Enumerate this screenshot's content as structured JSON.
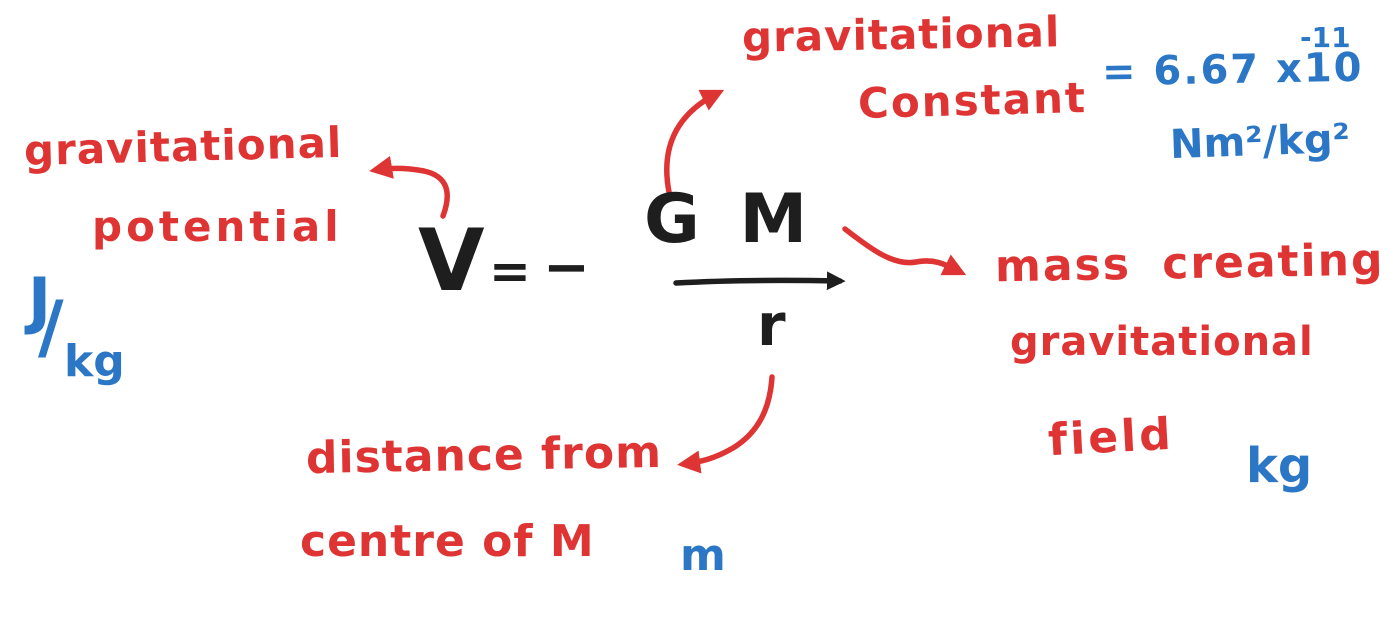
{
  "colors": {
    "annotation_red": "#df3434",
    "unit_blue": "#2b77c5",
    "equation_ink": "#1e1e1e",
    "background": "#ffffff"
  },
  "equation": {
    "variable": "V",
    "equals": "=",
    "minus": "−",
    "numerator": "G M",
    "denominator": "r"
  },
  "potential_label": {
    "line1": "gravitational",
    "line2": "potential",
    "unit_numerator": "J",
    "unit_slash": "/",
    "unit_denominator": "kg"
  },
  "constant_label": {
    "line1": "gravitational",
    "line2": "Constant",
    "value": "= 6.67 x10",
    "exponent": "-11",
    "units": "Nm²/kg²"
  },
  "mass_label": {
    "line1": "mass creating",
    "line2": "gravitational",
    "line3": "field",
    "unit": "kg"
  },
  "distance_label": {
    "line1": "distance from",
    "line2": "centre of M",
    "unit": "m"
  }
}
